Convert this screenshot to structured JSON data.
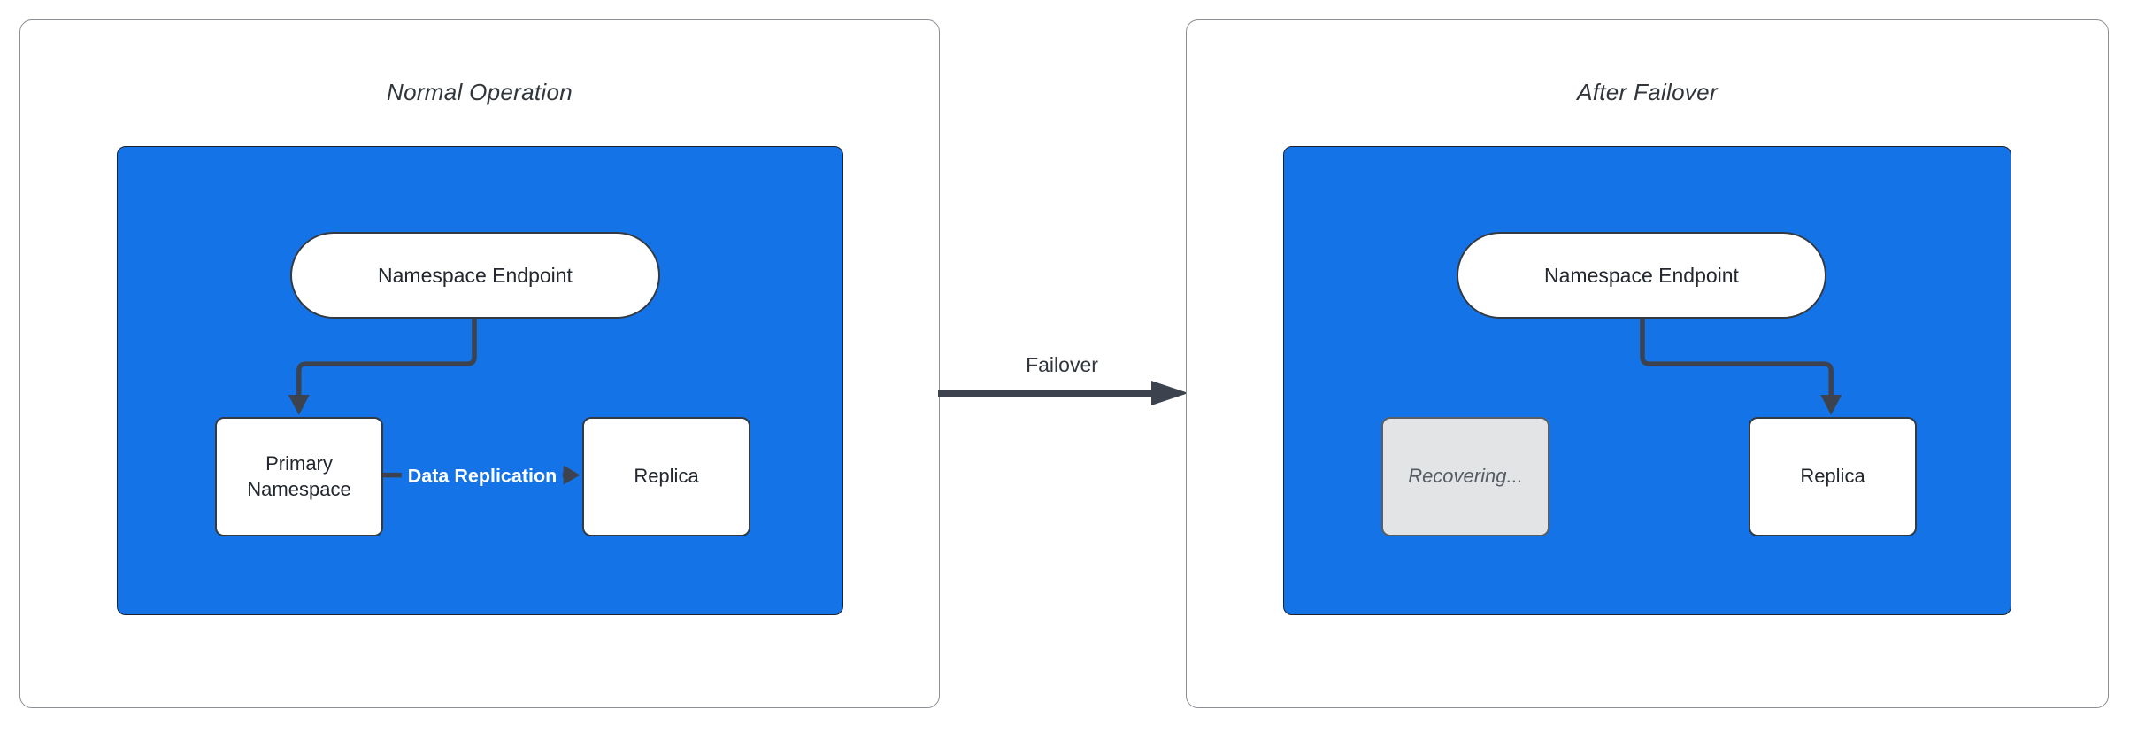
{
  "theme": {
    "blue": "#1473E6",
    "arrow": "#3C434E",
    "panel-border": "#8a8f94",
    "node-border": "#343a42",
    "blue-border": "#1d222b",
    "title-color": "#31363c",
    "node-text": "#23272e",
    "edge-label-color": "#ffffff",
    "recovering-bg": "#e3e4e6",
    "recovering-border": "#5a5f66",
    "recovering-text": "#565c64"
  },
  "panels": [
    {
      "title": "Normal Operation",
      "endpoint": "Namespace Endpoint",
      "nodes": [
        {
          "label": "Primary Namespace",
          "state": "active"
        },
        {
          "label": "Replica",
          "state": "active"
        }
      ],
      "edge_label": "Data Replication"
    },
    {
      "title": "After Failover",
      "endpoint": "Namespace Endpoint",
      "nodes": [
        {
          "label": "Recovering...",
          "state": "recovering"
        },
        {
          "label": "Replica",
          "state": "active"
        }
      ]
    }
  ],
  "transition": {
    "label": "Failover"
  }
}
